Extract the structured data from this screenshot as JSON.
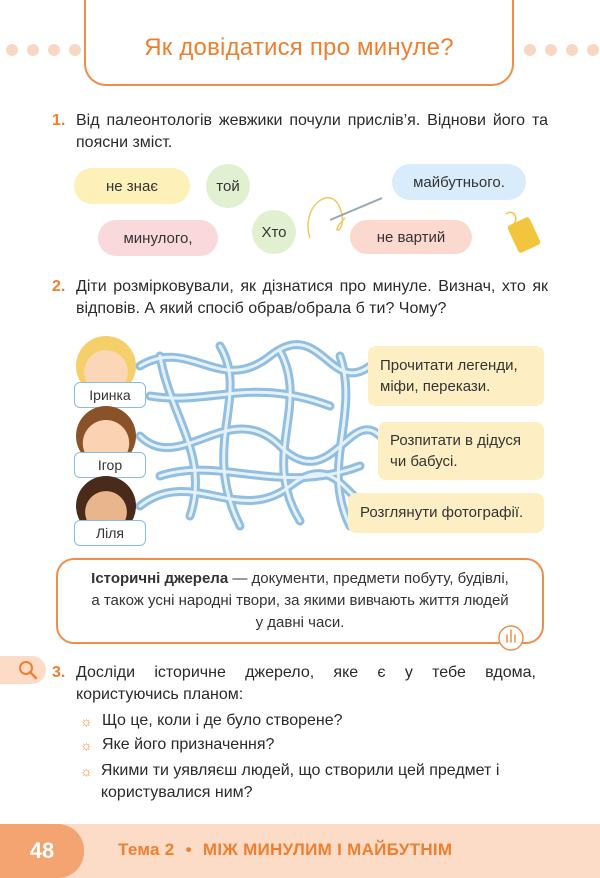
{
  "header": {
    "title": "Як довідатися про минуле?"
  },
  "task1": {
    "number": "1.",
    "text": "Від палеонтологів жевжики почули прислів’я. Віднови його та поясни зміст.",
    "words": [
      "не знає",
      "той",
      "майбутнього.",
      "минулого,",
      "Хто",
      "не вартий"
    ]
  },
  "task2": {
    "number": "2.",
    "text": "Діти розмірковували, як дізнатися про минуле. Визнач, хто як відповів. А який спосіб обрав/обрала б ти? Чому?",
    "children": [
      "Іринка",
      "Ігор",
      "Ліля"
    ],
    "answers": [
      "Прочитати легенди, міфи, перекази.",
      "Розпитати в дідуся чи бабусі.",
      "Розглянути фотографії."
    ]
  },
  "definition": {
    "term": "Історичні джерела",
    "text": " — документи, предмети побуту, будівлі, а також усні народні твори, за якими вивчають життя людей у давні часи."
  },
  "task3": {
    "number": "3.",
    "text": "Досліди історичне джерело, яке є у тебе вдома, користуючись планом:",
    "bullets": [
      "Що це, коли і де було створене?",
      "Яке його призначення?",
      "Якими ти уявляєш людей, що створили цей предмет і користувалися ним?"
    ]
  },
  "footer": {
    "page": "48",
    "topic": "Тема 2",
    "separator": "•",
    "section": "МІЖ МИНУЛИМ І МАЙБУТНІМ"
  }
}
